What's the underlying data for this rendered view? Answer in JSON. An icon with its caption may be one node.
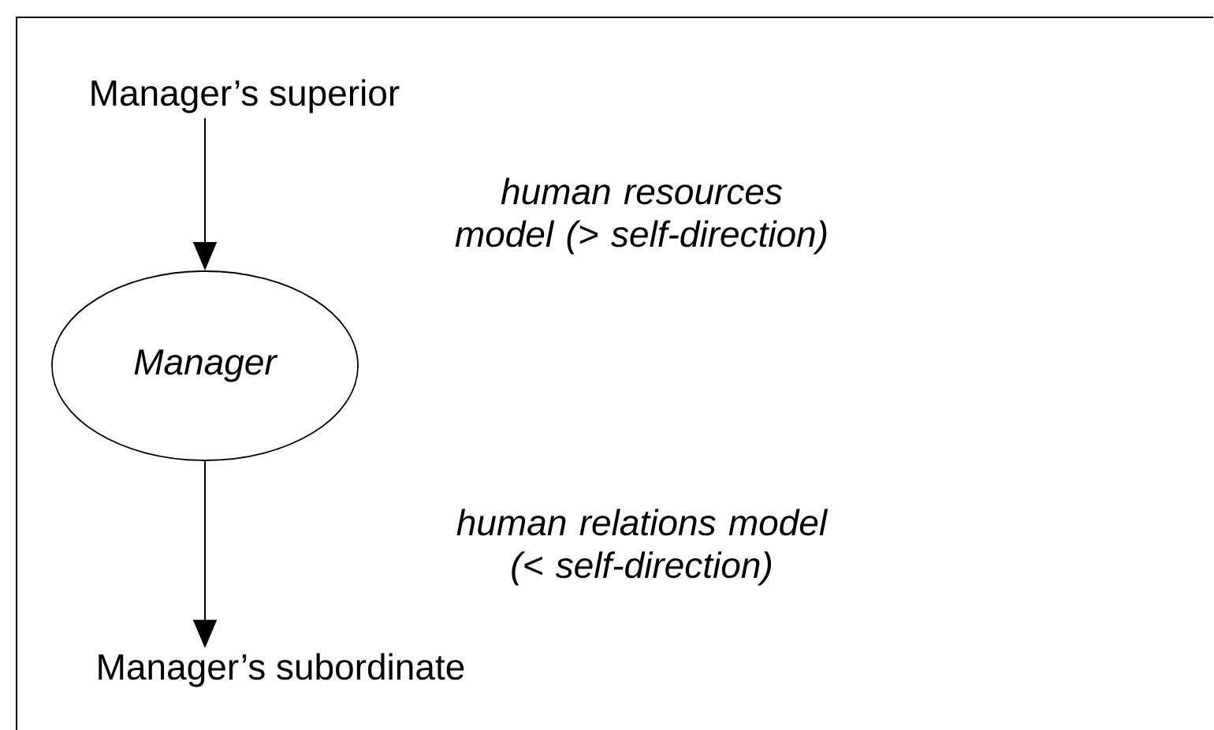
{
  "diagram": {
    "nodes": [
      {
        "text": [
          "Manager’s superior"
        ]
      },
      {
        "text": [
          "Manager"
        ]
      },
      {
        "text": [
          "Manager’s subordinate"
        ]
      }
    ],
    "edges": [
      {
        "from": 0,
        "to": 1,
        "arrow": "to"
      },
      {
        "from": 1,
        "to": 2,
        "arrow": "to"
      }
    ],
    "labels": [
      "human resources model (> self-direction)",
      "human relations model (< self-direction)"
    ]
  }
}
